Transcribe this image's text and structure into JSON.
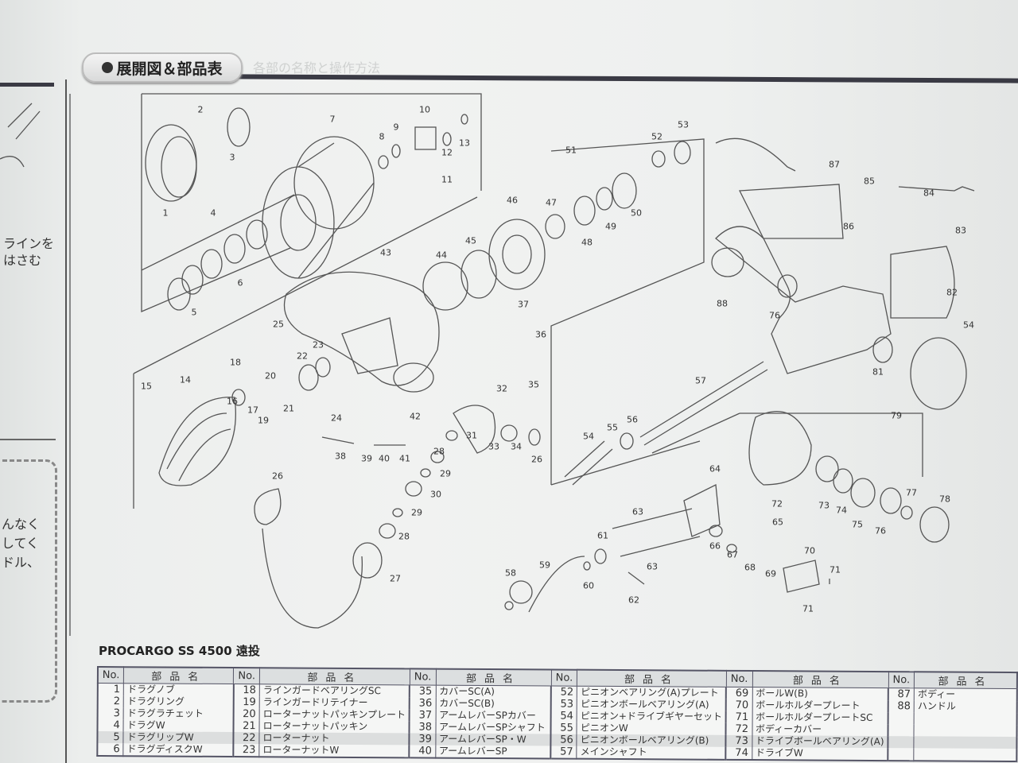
{
  "section_title": "展開図＆部品表",
  "ghost_tab": "各部の名称と操作方法",
  "left_page_fragments": [
    "ラインを",
    "はさむ",
    "んなく",
    "してく",
    "ドル、"
  ],
  "model_title": "PROCARGO SS 4500 遠投",
  "table": {
    "header_no": "No.",
    "header_name": "部品名",
    "columns": [
      {
        "rows": [
          [
            "1",
            "ドラグノブ"
          ],
          [
            "2",
            "ドラグリング"
          ],
          [
            "3",
            "ドラグラチェット"
          ],
          [
            "4",
            "ドラグW"
          ],
          [
            "5",
            "ドラグリップW"
          ],
          [
            "6",
            "ドラグディスクW"
          ]
        ]
      },
      {
        "rows": [
          [
            "18",
            "ラインガードベアリングSC"
          ],
          [
            "19",
            "ラインガードリテイナー"
          ],
          [
            "20",
            "ローターナットパッキンプレート"
          ],
          [
            "21",
            "ローターナットパッキン"
          ],
          [
            "22",
            "ローターナット"
          ],
          [
            "23",
            "ローターナットW"
          ]
        ]
      },
      {
        "rows": [
          [
            "35",
            "カバーSC(A)"
          ],
          [
            "36",
            "カバーSC(B)"
          ],
          [
            "37",
            "アームレバーSPカバー"
          ],
          [
            "38",
            "アームレバーSPシャフト"
          ],
          [
            "39",
            "アームレバーSP・W"
          ],
          [
            "40",
            "アームレバーSP"
          ]
        ]
      },
      {
        "rows": [
          [
            "52",
            "ピニオンベアリング(A)プレート"
          ],
          [
            "53",
            "ピニオンボールベアリング(A)"
          ],
          [
            "54",
            "ピニオン+ドライブギヤーセット"
          ],
          [
            "55",
            "ピニオンW"
          ],
          [
            "56",
            "ピニオンボールベアリング(B)"
          ],
          [
            "57",
            "メインシャフト"
          ]
        ]
      },
      {
        "rows": [
          [
            "69",
            "ボールW(B)"
          ],
          [
            "70",
            "ボールホルダープレート"
          ],
          [
            "71",
            "ボールホルダープレートSC"
          ],
          [
            "72",
            "ボディーカバー"
          ],
          [
            "73",
            "ドライブボールベアリング(A)"
          ],
          [
            "74",
            "ドライブW"
          ]
        ]
      },
      {
        "rows": [
          [
            "87",
            "ボディー"
          ],
          [
            "88",
            "ハンドル"
          ],
          [
            "",
            ""
          ],
          [
            "",
            ""
          ],
          [
            "",
            ""
          ],
          [
            "",
            ""
          ]
        ]
      }
    ]
  },
  "diagram_callouts": [
    "1",
    "2",
    "3",
    "4",
    "5",
    "6",
    "7",
    "8",
    "9",
    "10",
    "11",
    "12",
    "13",
    "14",
    "15",
    "16",
    "17",
    "18",
    "19",
    "20",
    "21",
    "22",
    "23",
    "24",
    "25",
    "26",
    "26",
    "27",
    "28",
    "28",
    "29",
    "29",
    "30",
    "31",
    "32",
    "33",
    "34",
    "35",
    "36",
    "37",
    "38",
    "39",
    "40",
    "41",
    "42",
    "43",
    "44",
    "45",
    "46",
    "47",
    "48",
    "49",
    "50",
    "51",
    "52",
    "53",
    "54",
    "54",
    "55",
    "56",
    "57",
    "58",
    "59",
    "60",
    "61",
    "62",
    "63",
    "63",
    "64",
    "65",
    "66",
    "67",
    "68",
    "69",
    "70",
    "71",
    "71",
    "72",
    "73",
    "74",
    "75",
    "76",
    "76",
    "77",
    "78",
    "79",
    "81",
    "82",
    "83",
    "84",
    "85",
    "86",
    "87",
    "88"
  ]
}
